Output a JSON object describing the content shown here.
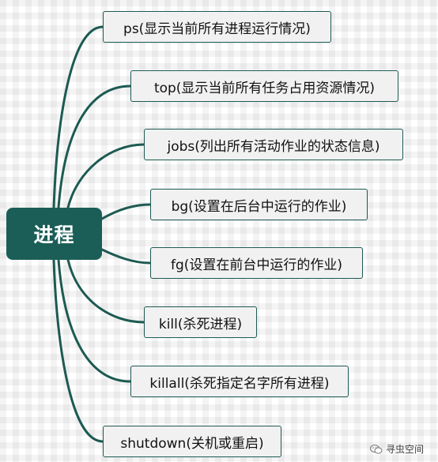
{
  "root": {
    "label": "进程"
  },
  "children": [
    {
      "label": "ps(显示当前所有进程运行情况)"
    },
    {
      "label": "top(显示当前所有任务占用资源情况)"
    },
    {
      "label": "jobs(列出所有活动作业的状态信息)"
    },
    {
      "label": "bg(设置在后台中运行的作业)"
    },
    {
      "label": "fg(设置在前台中运行的作业)"
    },
    {
      "label": "kill(杀死进程)"
    },
    {
      "label": "killall(杀死指定名字所有进程)"
    },
    {
      "label": "shutdown(关机或重启)"
    }
  ],
  "watermark": {
    "text": "寻虫空间",
    "icon": "wechat-icon"
  },
  "colors": {
    "root_fill": "#1b5e57",
    "connector": "#1c5a52",
    "node_fill": "#f1f1f1",
    "node_border": "#1c5a52"
  }
}
